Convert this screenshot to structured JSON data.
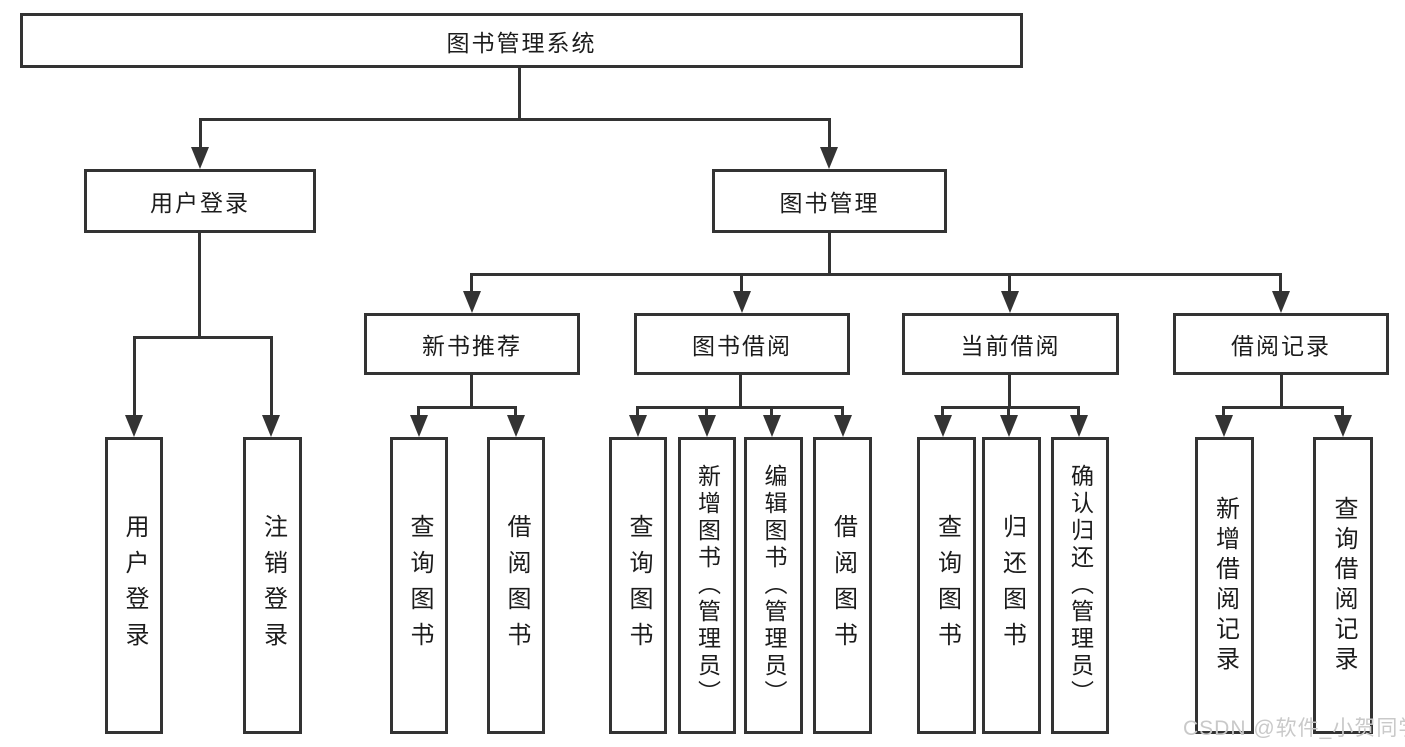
{
  "diagram": {
    "type": "tree",
    "root": {
      "label": "图书管理系统"
    },
    "level2": [
      {
        "label": "用户登录",
        "children": [
          "用户登录",
          "注销登录"
        ]
      },
      {
        "label": "图书管理",
        "children": [
          "新书推荐",
          "图书借阅",
          "当前借阅",
          "借阅记录"
        ]
      }
    ],
    "level3": [
      {
        "label": "新书推荐",
        "children": [
          "查询图书",
          "借阅图书"
        ]
      },
      {
        "label": "图书借阅",
        "children": [
          "查询图书",
          "新增图书（管理员）",
          "编辑图书（管理员）",
          "借阅图书"
        ]
      },
      {
        "label": "当前借阅",
        "children": [
          "查询图书",
          "归还图书",
          "确认归还（管理员）"
        ]
      },
      {
        "label": "借阅记录",
        "children": [
          "新增借阅记录",
          "查询借阅记录"
        ]
      }
    ],
    "watermark": "CSDN @软件_小贺同学",
    "colors": {
      "line": "#333333",
      "box_border": "#333333",
      "box_fill": "#ffffff",
      "text": "#1c1c1c",
      "watermark": "#c9c9c9",
      "background": "#ffffff"
    }
  }
}
